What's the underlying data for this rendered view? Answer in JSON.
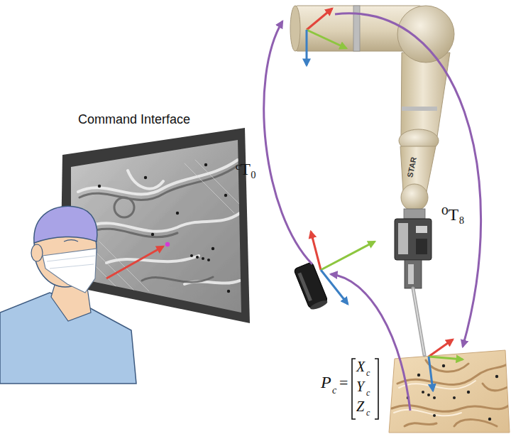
{
  "diagram": {
    "nodes": [
      {
        "text": [
          "Command Interface"
        ]
      }
    ],
    "labels": [
      "ᶜT₀",
      "⁰T₈",
      "P",
      "c",
      "=",
      "X",
      "c",
      "Y",
      "c",
      "Z",
      "c",
      "STAR"
    ]
  }
}
